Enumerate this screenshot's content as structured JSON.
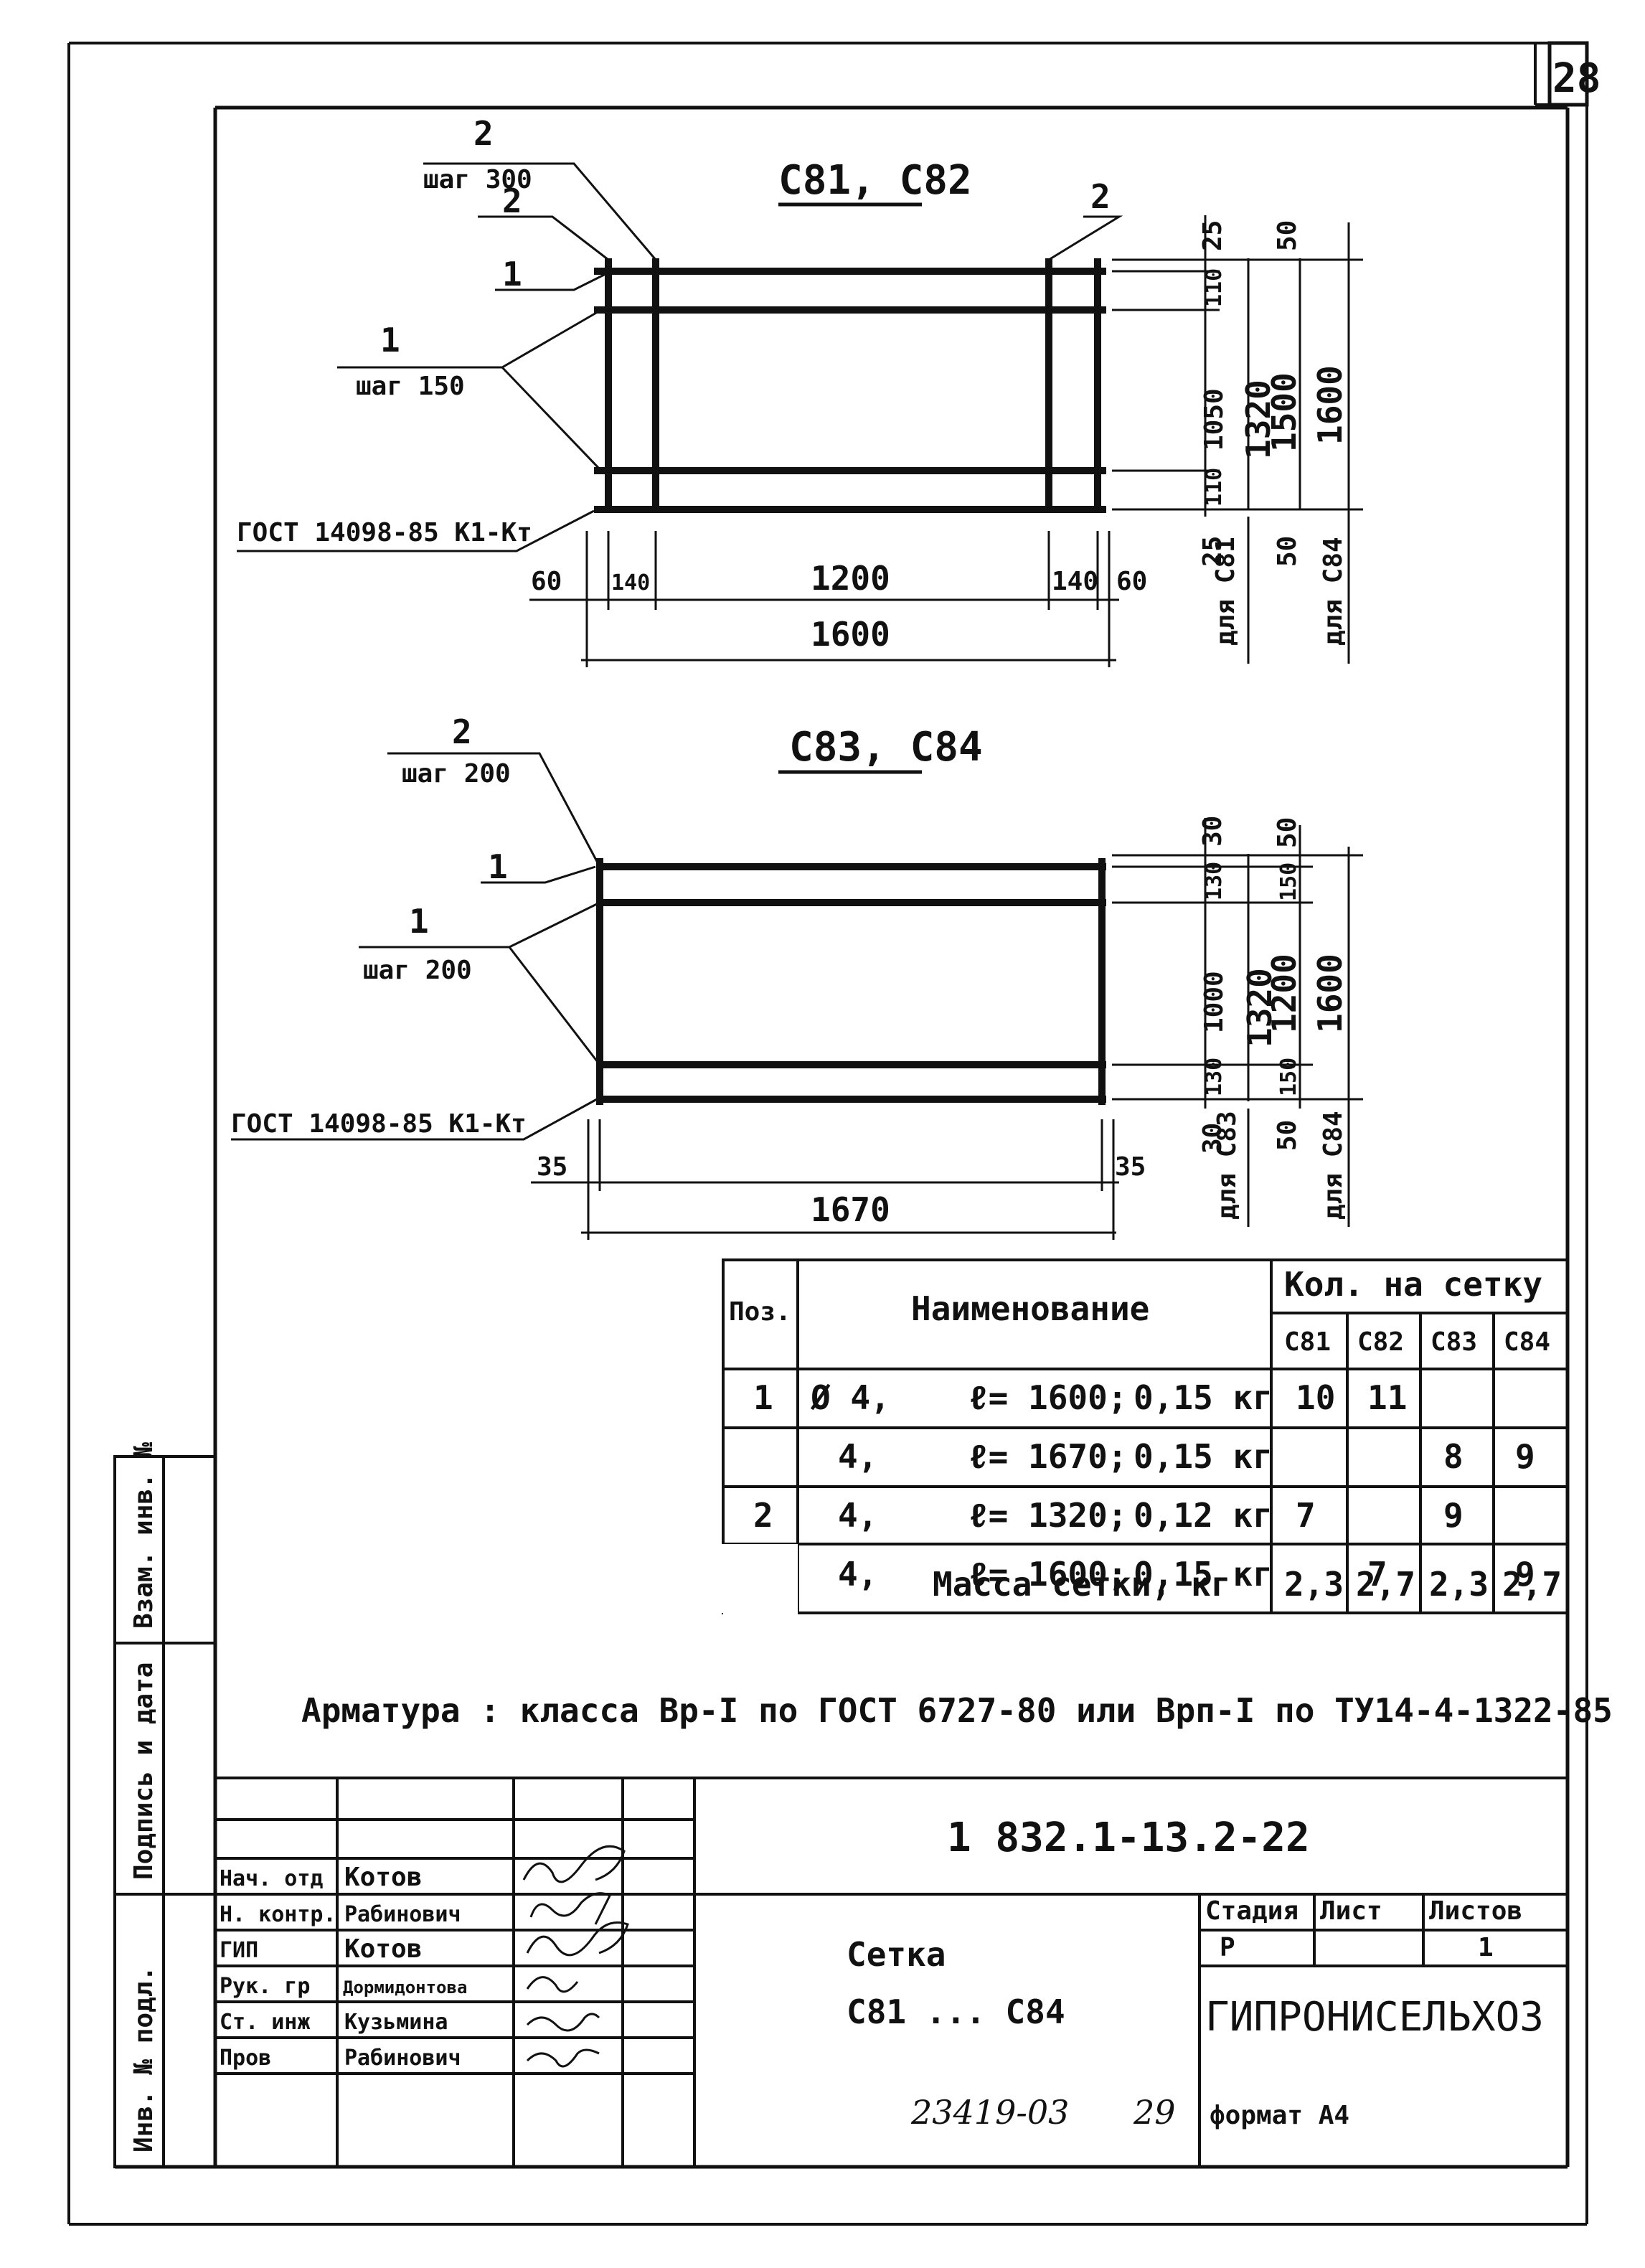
{
  "sheet_number": "28",
  "views": {
    "top": {
      "title": "С81, С82",
      "labels": {
        "pos2_step": "2",
        "step_top": "шаг 300",
        "pos2_a": "2",
        "pos2_b": "2",
        "pos1_a": "1",
        "pos1_step": "1",
        "step_150": "шаг 150",
        "gost": "ГОСТ 14098-85 К1-Кт"
      },
      "dims_horizontal": [
        "60",
        "140",
        "1200",
        "140",
        "60"
      ],
      "total_width": "1600",
      "dims_vertical_a": [
        "25",
        "110",
        "1050",
        "110",
        "25"
      ],
      "dim_1320": "1320",
      "dims_vertical_b": [
        "50",
        "1500",
        "50"
      ],
      "dim_1600": "1600",
      "note_c81": "для С81",
      "note_c84": "для С84"
    },
    "bottom": {
      "title": "С83, С84",
      "labels": {
        "pos2": "2",
        "step_200a": "шаг 200",
        "pos1": "1",
        "pos1_step": "1",
        "step_200b": "шаг 200",
        "gost": "ГОСТ 14098-85 К1-Кт"
      },
      "dims_horizontal": [
        "35",
        "35"
      ],
      "total_width": "1670",
      "dims_vertical_a": [
        "30",
        "130",
        "1000",
        "130",
        "30"
      ],
      "dim_1320": "1320",
      "dims_vertical_b": [
        "50",
        "150",
        "1200",
        "150",
        "50"
      ],
      "dim_1600": "1600",
      "note_c83": "для С83",
      "note_c84": "для С84"
    }
  },
  "spec_table": {
    "headers": {
      "pos": "Поз.",
      "name": "Наименование",
      "qty": "Кол. на сетку"
    },
    "sub_headers": [
      "С81",
      "С82",
      "С83",
      "С84"
    ],
    "rows": [
      {
        "pos": "1",
        "d": "Ø 4,",
        "l": "ℓ= 1600;",
        "mass": "0,15 кг",
        "c81": "10",
        "c82": "11",
        "c83": "",
        "c84": ""
      },
      {
        "pos": "",
        "d": "4,",
        "l": "ℓ= 1670;",
        "mass": "0,15 кг",
        "c81": "",
        "c82": "",
        "c83": "8",
        "c84": "9"
      },
      {
        "pos": "2",
        "d": "4,",
        "l": "ℓ= 1320;",
        "mass": "0,12 кг",
        "c81": "7",
        "c82": "",
        "c83": "9",
        "c84": ""
      },
      {
        "pos": "",
        "d": "4,",
        "l": "ℓ= 1600;",
        "mass": "0,15 кг",
        "c81": "",
        "c82": "7",
        "c83": "",
        "c84": "9"
      }
    ],
    "mass_label": "Масса сетки, кг",
    "mass_values": [
      "2,3",
      "2,7",
      "2,3",
      "2,7"
    ]
  },
  "note": "Арматура : класса Вр-I по ГОСТ 6727-80 или Врп-I по ТУ14-4-1322-85",
  "side_stamps": [
    "Взам. инв. №",
    "Подпись и дата",
    "Инв. № подл."
  ],
  "title_block": {
    "doc_code": "1 832.1-13.2-22",
    "roles": [
      {
        "role": "Нач. отд",
        "name": "Котов"
      },
      {
        "role": "Н. контр.",
        "name": "Рабинович"
      },
      {
        "role": "ГИП",
        "name": "Котов"
      },
      {
        "role": "Рук. гр",
        "name": "Дормидонтова"
      },
      {
        "role": "Ст. инж",
        "name": "Кузьмина"
      },
      {
        "role": "Пров",
        "name": "Рабинович"
      }
    ],
    "title_line1": "Сетка",
    "title_line2": "С81 ... С84",
    "stage_header": "Стадия",
    "sheet_header": "Лист",
    "sheets_header": "Листов",
    "stage": "Р",
    "sheet": "",
    "sheets": "1",
    "org": "ГИПРОНИСЕЛЬХОЗ"
  },
  "footer": {
    "number": "23419-03",
    "page": "29",
    "format": "формат А4"
  }
}
